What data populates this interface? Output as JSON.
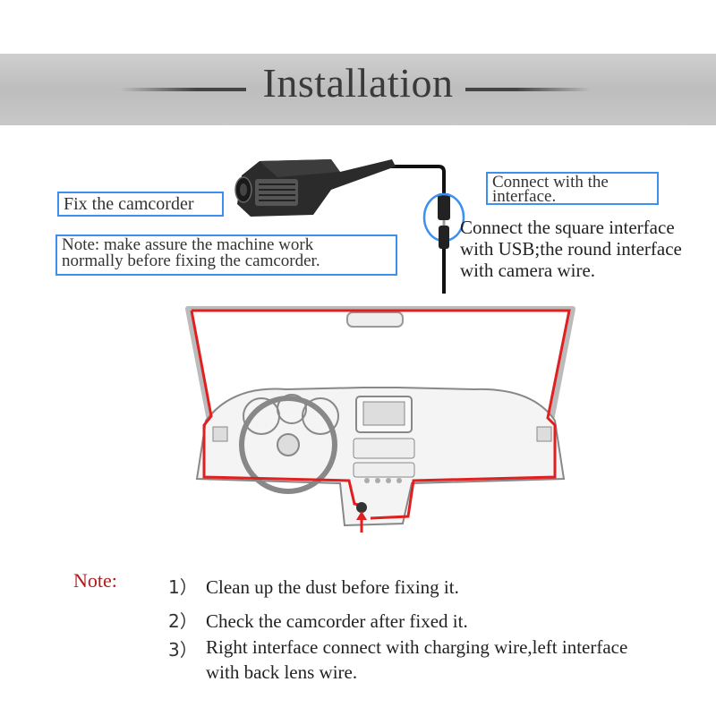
{
  "header": {
    "title": "Installation"
  },
  "callouts": {
    "fix_camcorder": "Fix the camcorder",
    "note_line1": "Note: make assure the machine work",
    "note_line2": "normally before fixing the camcorder.",
    "connect_line1": "Connect with the",
    "connect_line2": "interface.",
    "square_line1": "Connect the square interface",
    "square_line2": "with USB;the round interface",
    "square_line3": "with camera wire."
  },
  "notes": {
    "label": "Note:",
    "items": [
      {
        "num": "1）",
        "lines": [
          "Clean up the dust before fixing it."
        ]
      },
      {
        "num": "2）",
        "lines": [
          "Check the camcorder after fixed it."
        ]
      },
      {
        "num": "3）",
        "lines": [
          "Right interface connect with charging wire,left interface",
          "with back lens wire."
        ]
      }
    ]
  },
  "colors": {
    "banner": "#c4c4c4",
    "callout_border": "#3d8ff0",
    "wire": "#e02020",
    "note_label": "#b21a1a"
  },
  "icons": [
    "camcorder-image",
    "cable-connector-icon",
    "car-dashboard-illustration"
  ]
}
